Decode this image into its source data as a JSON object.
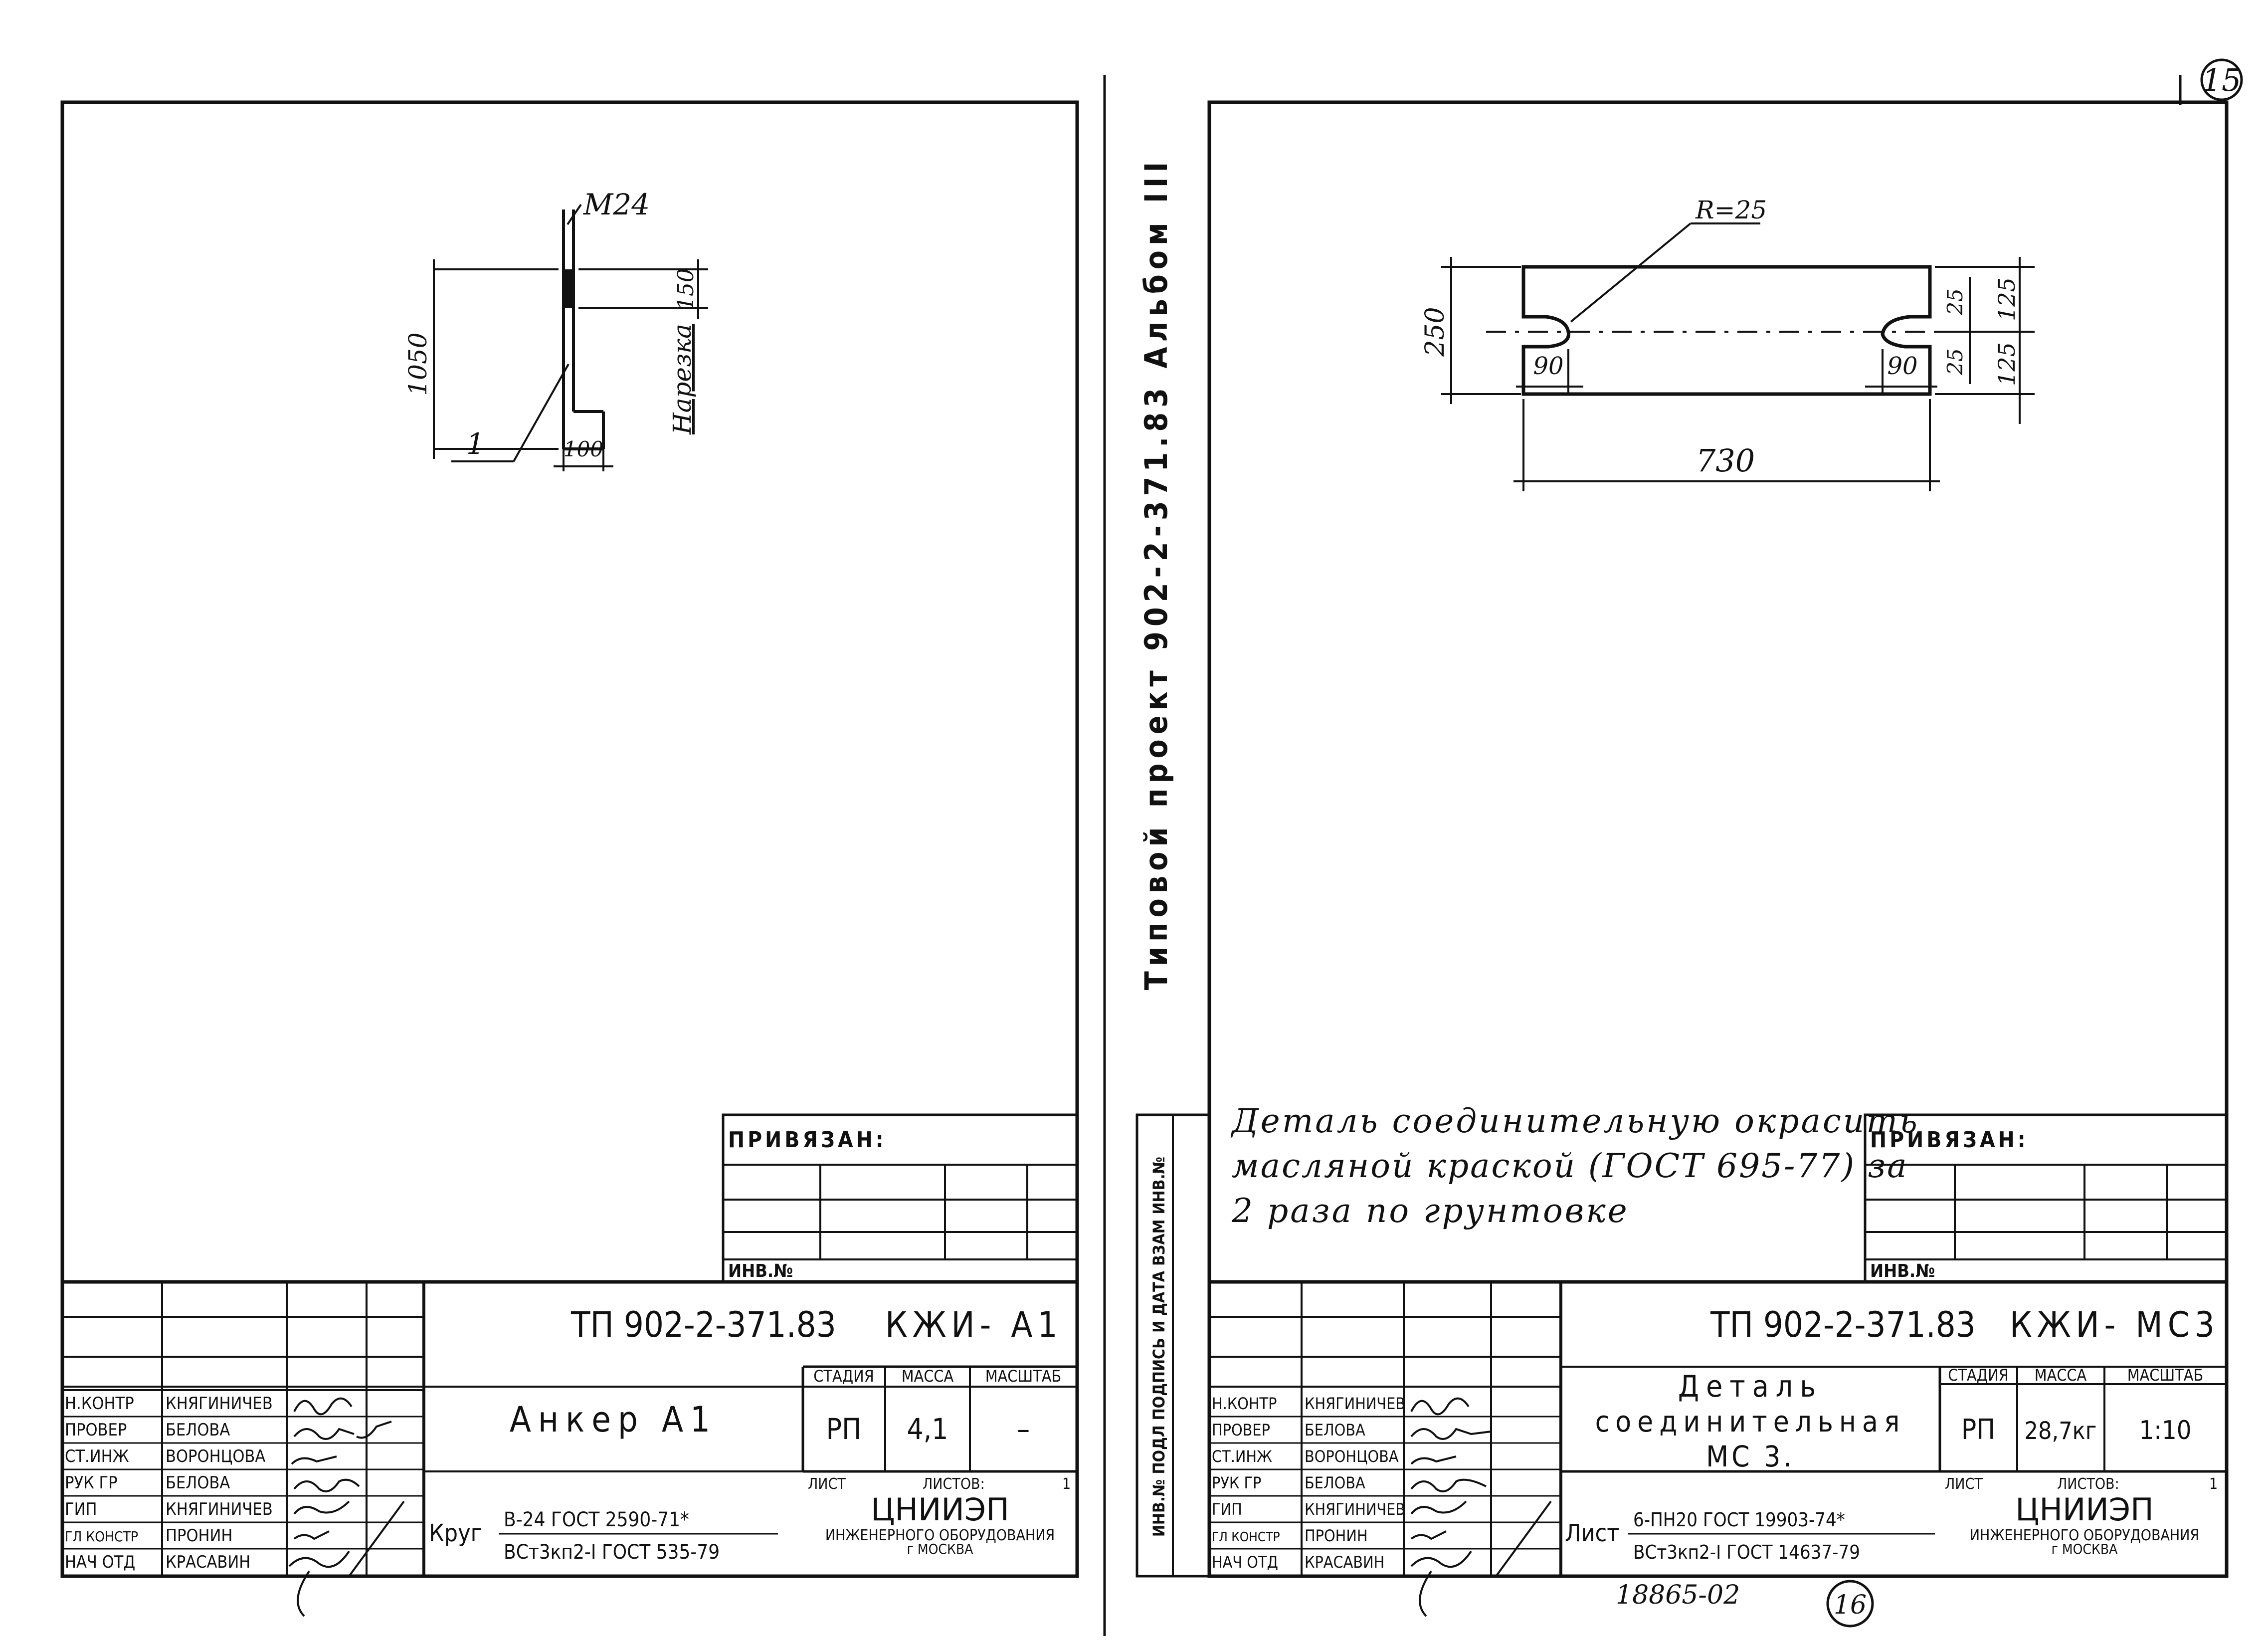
{
  "page_number": "15",
  "page_number_bottom": "16",
  "archive_number": "18865-02",
  "spine_text": "Типовой проект 902-2-371.83 Альбом III",
  "left_spine": "ИНВ.№ ПОДЛ ПОДПИСЬ И ДАТА ВЗАМ ИНВ.№",
  "common": {
    "privyazan": "ПРИВЯЗАН:",
    "inv": "ИНВ.№",
    "stadiya": "СТАДИЯ",
    "massa": "МАССА",
    "masshtab": "МАСШТАБ",
    "list": "ЛИСТ",
    "listov": "ЛИСТОВ:",
    "listov_val": "1",
    "org_name": "ЦНИИЭП",
    "org_sub": "ИНЖЕНЕРНОГО ОБОРУДОВАНИЯ",
    "org_city": "г МОСКВА"
  },
  "staff": [
    {
      "role": "Н.КОНТР",
      "name": "КНЯГИНИЧЕВ"
    },
    {
      "role": "ПРОВЕР",
      "name": "БЕЛОВА"
    },
    {
      "role": "СТ.ИНЖ",
      "name": "ВОРОНЦОВА"
    },
    {
      "role": "РУК ГР",
      "name": "БЕЛОВА"
    },
    {
      "role": "ГИП",
      "name": "КНЯГИНИЧЕВ"
    },
    {
      "role": "ГЛ КОНСТР",
      "name": "ПРОНИН"
    },
    {
      "role": "НАЧ ОТД",
      "name": "КРАСАВИН"
    }
  ],
  "left_sheet": {
    "code": "ТП 902-2-371.83",
    "mark": "КЖИ- А1",
    "title": "Анкер А1",
    "stage": "РП",
    "mass": "4,1",
    "scale": "–",
    "material_label": "Круг",
    "material_line1": "В-24 ГОСТ 2590-71*",
    "material_line2": "ВСт3кп2-I ГОСТ 535-79",
    "drawing": {
      "thread": "М24",
      "length": "1050",
      "thread_len": "150",
      "hook": "100",
      "position": "1",
      "note": "Нарезка"
    }
  },
  "right_sheet": {
    "code": "ТП 902-2-371.83",
    "mark": "КЖИ- МС3",
    "title_l1": "Деталь",
    "title_l2": "соединительная",
    "title_l3": "МС 3.",
    "stage": "РП",
    "mass": "28,7кг",
    "scale": "1:10",
    "material_label": "Лист",
    "material_line1": "6-ПН20   ГОСТ 19903-74*",
    "material_line2": "ВСт3кп2-I ГОСТ 14637-79",
    "note_l1": "Деталь соединительную окрасить",
    "note_l2": "масляной краской (ГОСТ 695-77) за",
    "note_l3": "2 раза по грунтовке",
    "drawing": {
      "radius": "R=25",
      "height": "250",
      "length": "730",
      "slot_left": "90",
      "slot_right": "90",
      "half_top": "125",
      "half_bottom": "125",
      "slot_top": "25",
      "slot_bottom": "25"
    }
  }
}
